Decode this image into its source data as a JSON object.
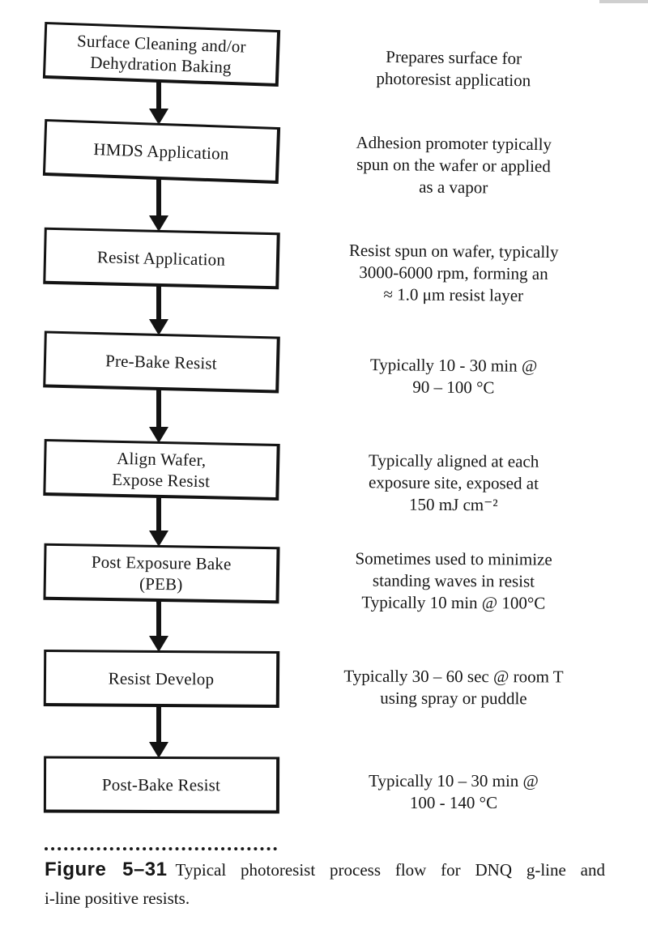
{
  "colors": {
    "ink": "#161616",
    "paper": "#ffffff",
    "scan_artifact": "#cfcfcf"
  },
  "flowchart": {
    "steps": [
      {
        "label": "Surface Cleaning and/or\nDehydration Baking",
        "description": "Prepares surface for\nphotoresist application"
      },
      {
        "label": "HMDS Application",
        "description": "Adhesion promoter typically\nspun on the wafer or applied\nas a vapor"
      },
      {
        "label": "Resist Application",
        "description": "Resist spun on wafer, typically\n3000-6000 rpm, forming an\n≈ 1.0 μm resist layer"
      },
      {
        "label": "Pre-Bake Resist",
        "description": "Typically 10 - 30 min @\n90 – 100 °C"
      },
      {
        "label": "Align Wafer,\nExpose Resist",
        "description": "Typically aligned at each\nexposure site, exposed at\n150 mJ cm⁻²"
      },
      {
        "label": "Post Exposure Bake\n(PEB)",
        "description": "Sometimes used to minimize\nstanding waves in resist\nTypically 10 min @ 100°C"
      },
      {
        "label": "Resist Develop",
        "description": "Typically 30 – 60 sec @ room T\nusing spray or puddle"
      },
      {
        "label": "Post-Bake Resist",
        "description": "Typically 10 – 30 min @\n100 - 140 °C"
      }
    ]
  },
  "caption": {
    "figure_label": "Figure 5–31",
    "line1": "Typical photoresist process flow for DNQ g-line and",
    "line2": "i-line positive resists."
  }
}
